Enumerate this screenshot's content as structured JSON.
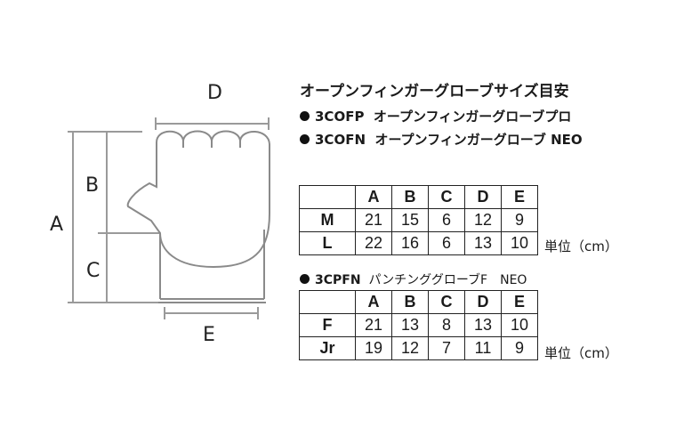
{
  "diagram": {
    "labels": {
      "a": "A",
      "b": "B",
      "c": "C",
      "d": "D",
      "e": "E"
    }
  },
  "title": "オープンフィンガーグローブサイズ目安",
  "products": [
    {
      "code": "3COFP",
      "name": "オープンフィンガーグローブプロ"
    },
    {
      "code": "3COFN",
      "name": "オープンフィンガーグローブ NEO"
    }
  ],
  "table1": {
    "headers": [
      "A",
      "B",
      "C",
      "D",
      "E"
    ],
    "rows": [
      {
        "size": "M",
        "values": [
          "21",
          "15",
          "6",
          "12",
          "9"
        ]
      },
      {
        "size": "L",
        "values": [
          "22",
          "16",
          "6",
          "13",
          "10"
        ]
      }
    ],
    "unit": "単位（cm）"
  },
  "section2": {
    "code": "3CPFN",
    "name": "パンチンググローブF　NEO"
  },
  "table2": {
    "headers": [
      "A",
      "B",
      "C",
      "D",
      "E"
    ],
    "rows": [
      {
        "size": "F",
        "values": [
          "21",
          "13",
          "8",
          "13",
          "10"
        ]
      },
      {
        "size": "Jr",
        "values": [
          "19",
          "12",
          "7",
          "11",
          "9"
        ]
      }
    ],
    "unit": "単位（cm）"
  }
}
